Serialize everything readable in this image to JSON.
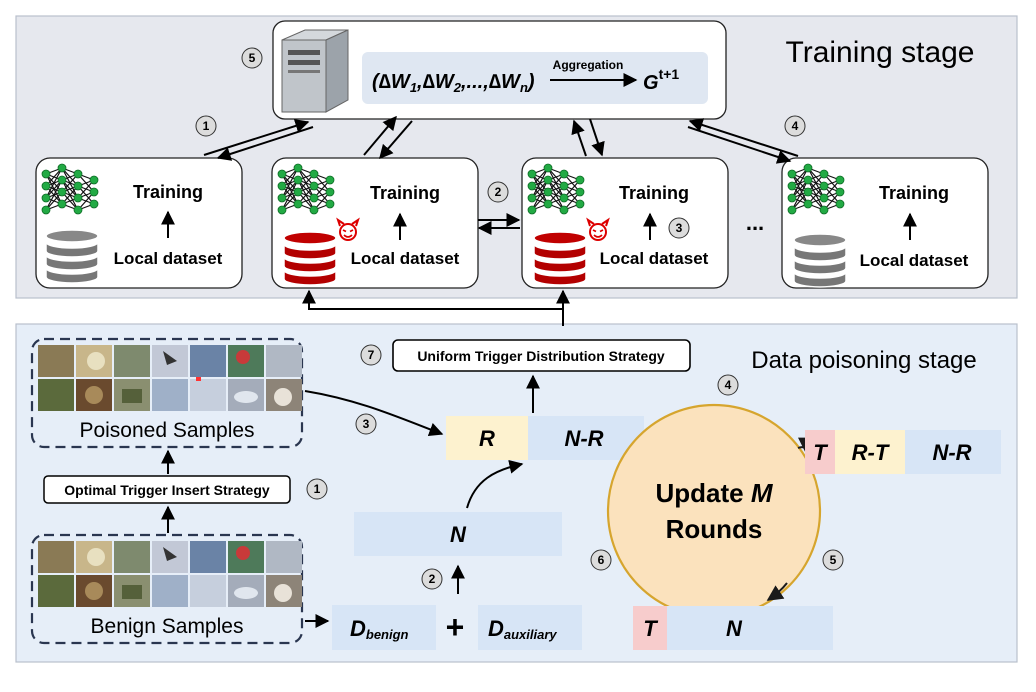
{
  "training_stage": {
    "title": "Training stage",
    "aggregation_vector": "(∆W1,∆W2,...,∆Wn)",
    "aggregation_label": "Aggregation",
    "global_model": "Gt+1",
    "client_training_label": "Training",
    "client_dataset_label": "Local dataset",
    "ellipsis": "...",
    "markers": [
      "1",
      "2",
      "3",
      "4",
      "5"
    ]
  },
  "poisoning_stage": {
    "title": "Data poisoning stage",
    "poisoned_samples_label": "Poisoned Samples",
    "benign_samples_label": "Benign Samples",
    "optimal_trigger_strategy": "Optimal Trigger Insert Strategy",
    "uniform_trigger_strategy": "Uniform Trigger Distribution Strategy",
    "update_label_line1": "Update M",
    "update_label_line2": "Rounds",
    "r_label": "R",
    "n_minus_r_label": "N-R",
    "n_label": "N",
    "t_label": "T",
    "r_minus_t_label": "R-T",
    "d_benign": "Dbenign",
    "d_auxiliary": "Dauxiliary",
    "plus": "+",
    "markers": [
      "1",
      "2",
      "3",
      "4",
      "5",
      "6",
      "7"
    ]
  },
  "colors": {
    "stage_bg": "#e6e8ee",
    "poison_bg": "#e6eef8",
    "blue_box": "#d7e5f6",
    "yellow_box": "#fdf2cf",
    "red_box": "#f7cccc",
    "circle_fill": "#fbe2bd",
    "circle_stroke": "#d6a52e",
    "malicious_db": "#c00000",
    "benign_db": "#808080",
    "network_green": "#22aa44"
  }
}
